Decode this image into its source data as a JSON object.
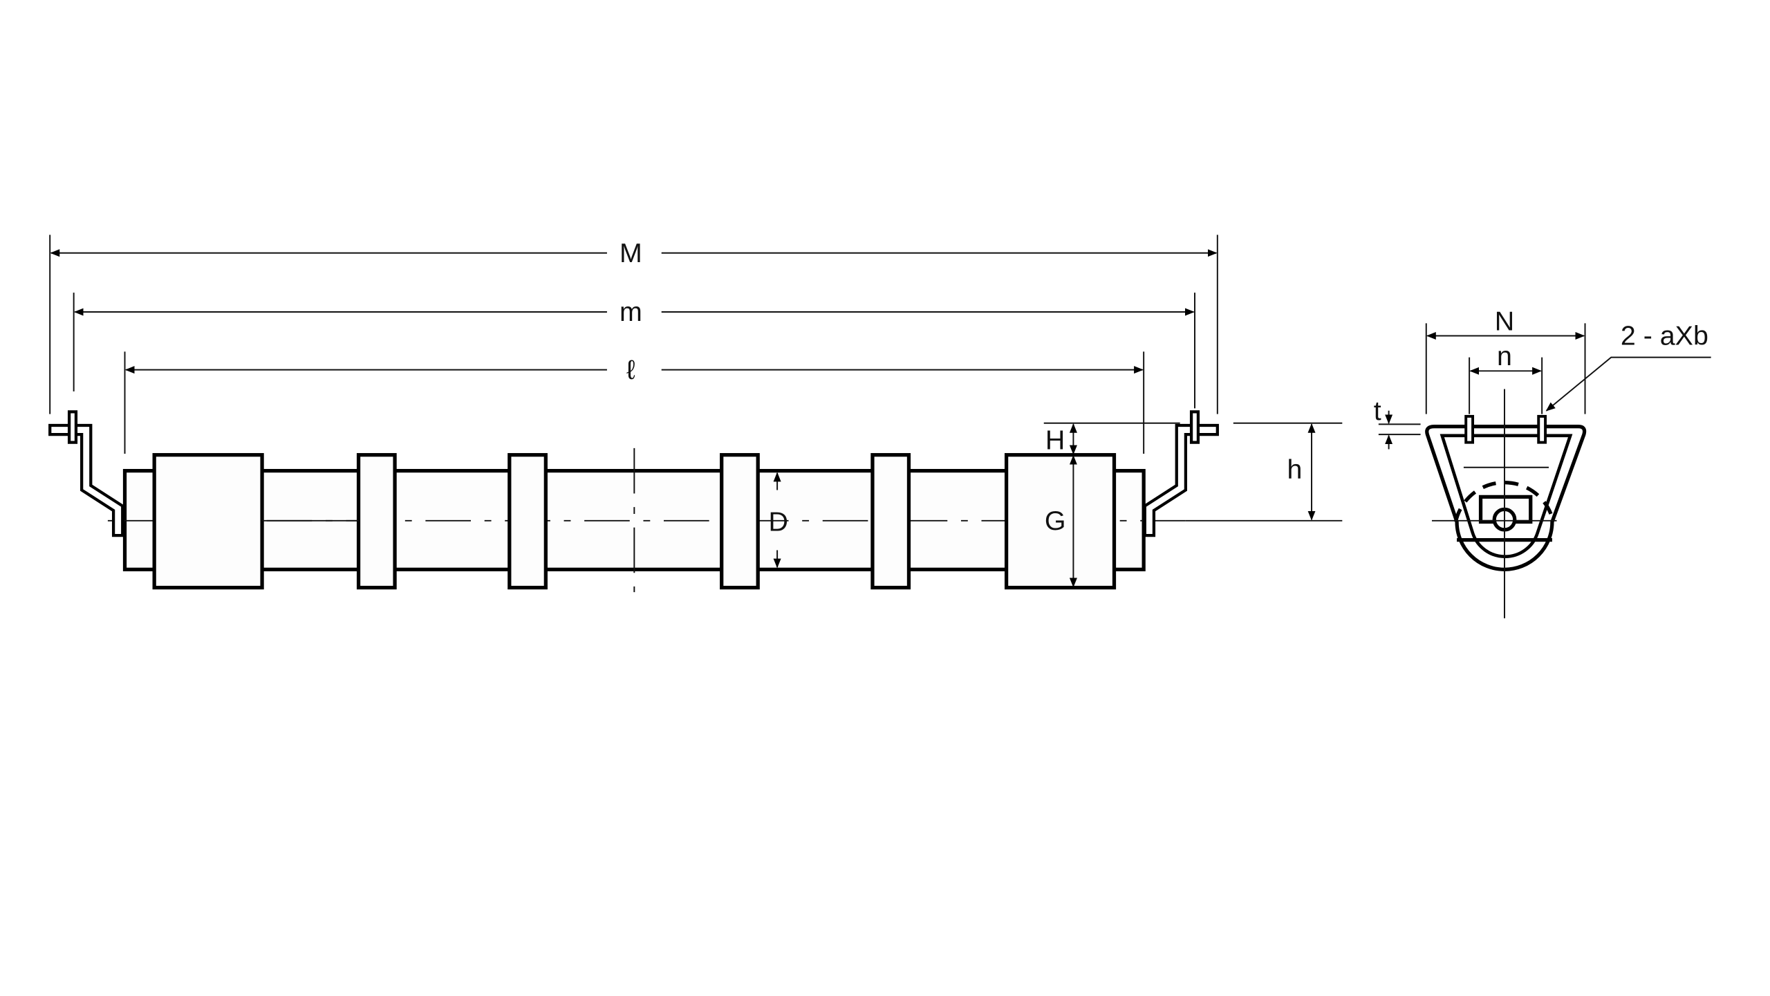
{
  "diagram": {
    "title": "Conveyor roller assembly with hanger brackets",
    "front_view": {
      "dimensions": {
        "overall_length": "M",
        "bracket_span": "m",
        "roller_length": "ℓ",
        "bracket_height": "H",
        "roller_ring_diameter": "G",
        "tube_diameter": "D",
        "height": "h"
      }
    },
    "side_view": {
      "dimensions": {
        "outer_width": "N",
        "hole_spacing": "n",
        "thickness": "t",
        "holes": "2 - aXb"
      }
    },
    "colors": {
      "line": "#000000",
      "fill": "#fdfdfd",
      "background": "#ffffff"
    }
  }
}
